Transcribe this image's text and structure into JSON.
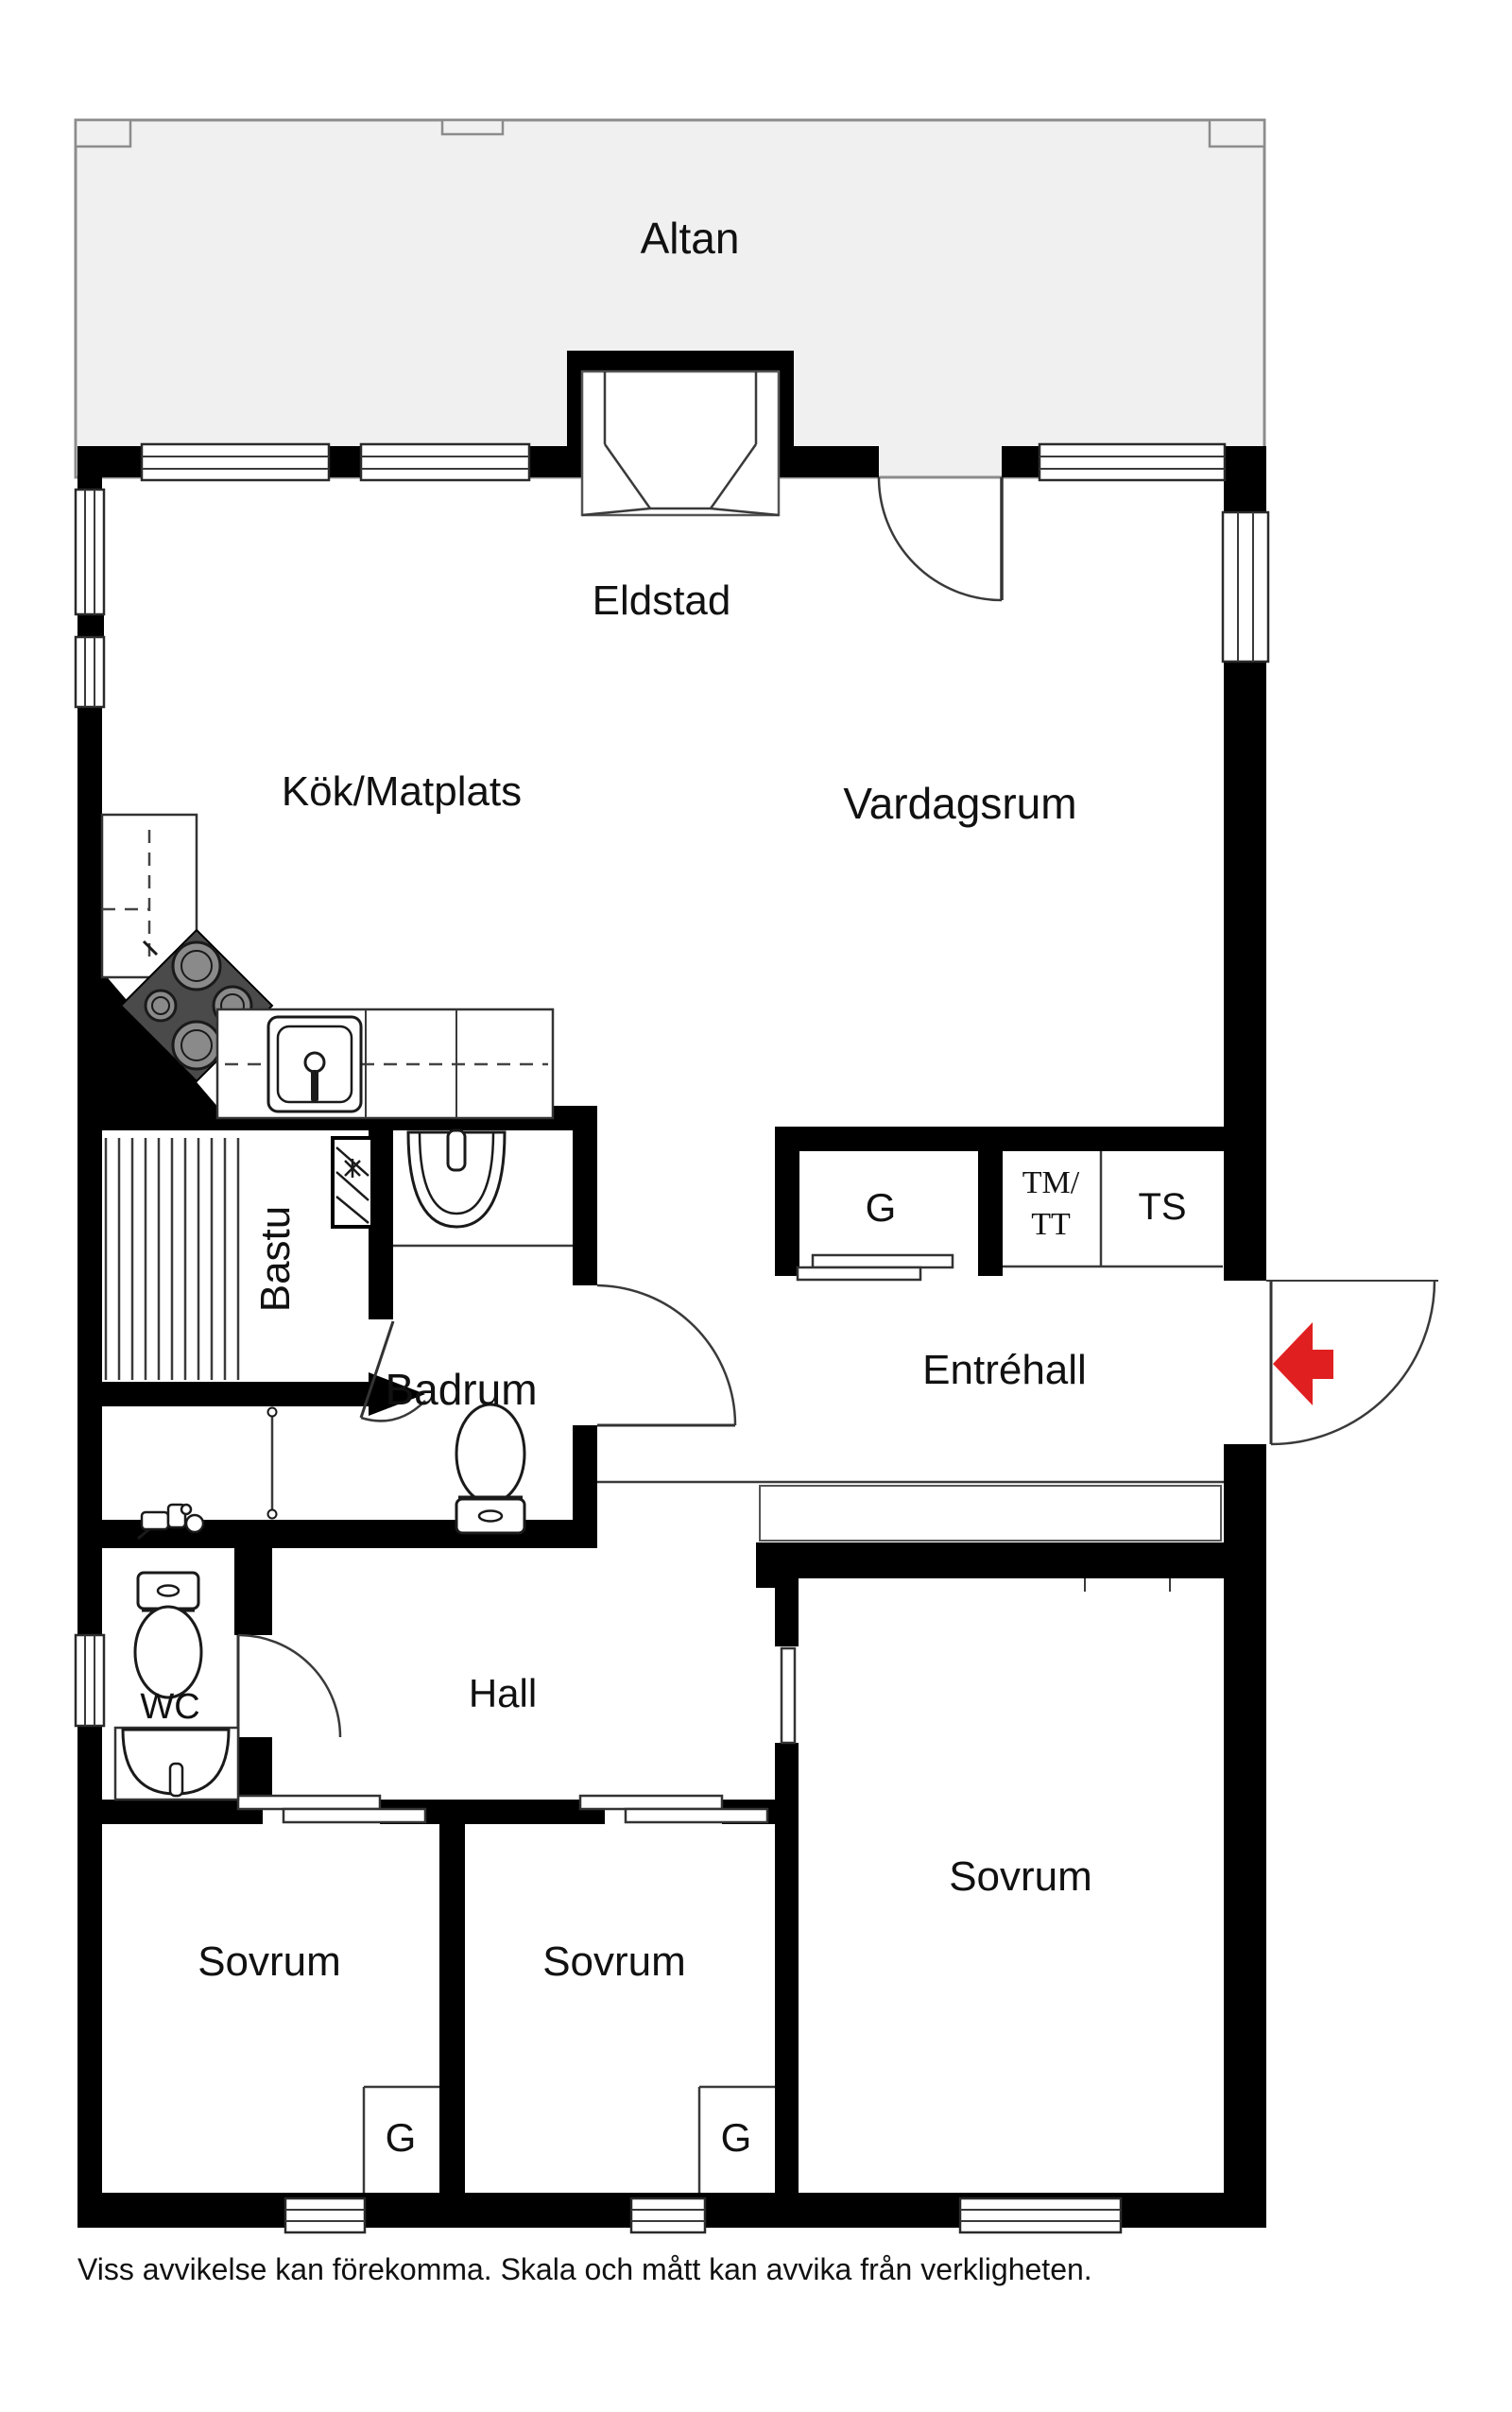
{
  "colors": {
    "wall": "#000000",
    "thin_line": "#3a3a3a",
    "deck_outline": "#8c8c8c",
    "deck_fill": "#f0f0f0",
    "entry_arrow_red": "#e02020",
    "stove_body": "#4a4a4a",
    "burner_gray": "#8a8a8a"
  },
  "rooms": {
    "altan": "Altan",
    "eldstad": "Eldstad",
    "kok_matplats": "Kök/Matplats",
    "vardagsrum": "Vardagsrum",
    "bastu": "Bastu",
    "badrum": "Badrum",
    "entrehall": "Entréhall",
    "hall": "Hall",
    "wc": "WC",
    "sovrum_left": "Sovrum",
    "sovrum_mid": "Sovrum",
    "sovrum_right": "Sovrum"
  },
  "closets": {
    "g_entre": "G",
    "g_bed_left": "G",
    "g_bed_mid": "G",
    "tm_tt_line1": "TM/",
    "tm_tt_line2": "TT",
    "ts": "TS"
  },
  "caption": {
    "text": "Viss avvikelse kan förekomma. Skala och mått kan avvika från verkligheten."
  }
}
